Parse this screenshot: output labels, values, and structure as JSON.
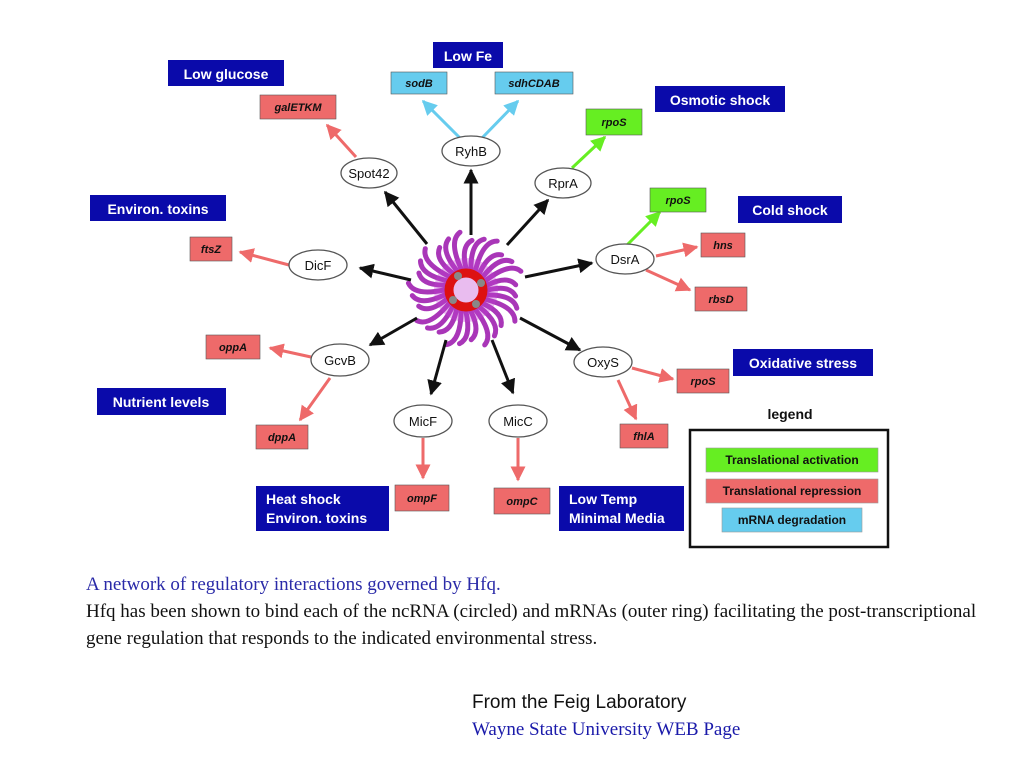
{
  "center": {
    "name": "hfq-protein-icon"
  },
  "ncrnas": [
    {
      "id": "ryhb",
      "label": "RyhB"
    },
    {
      "id": "rpra",
      "label": "RprA"
    },
    {
      "id": "dsra",
      "label": "DsrA"
    },
    {
      "id": "oxys",
      "label": "OxyS"
    },
    {
      "id": "micc",
      "label": "MicC"
    },
    {
      "id": "micf",
      "label": "MicF"
    },
    {
      "id": "gcvb",
      "label": "GcvB"
    },
    {
      "id": "dicf",
      "label": "DicF"
    },
    {
      "id": "spot42",
      "label": "Spot42"
    }
  ],
  "targets": [
    {
      "id": "sodb",
      "label": "sodB",
      "type": "degradation"
    },
    {
      "id": "sdhcdab",
      "label": "sdhCDAB",
      "type": "degradation"
    },
    {
      "id": "rpos_rpra",
      "label": "rpoS",
      "type": "activation"
    },
    {
      "id": "rpos_dsra",
      "label": "rpoS",
      "type": "activation"
    },
    {
      "id": "hns",
      "label": "hns",
      "type": "repression"
    },
    {
      "id": "rbsd",
      "label": "rbsD",
      "type": "repression"
    },
    {
      "id": "rpos_oxys",
      "label": "rpoS",
      "type": "repression"
    },
    {
      "id": "fhla",
      "label": "fhlA",
      "type": "repression"
    },
    {
      "id": "ompc",
      "label": "ompC",
      "type": "repression"
    },
    {
      "id": "ompf",
      "label": "ompF",
      "type": "repression"
    },
    {
      "id": "dppa",
      "label": "dppA",
      "type": "repression"
    },
    {
      "id": "oppa",
      "label": "oppA",
      "type": "repression"
    },
    {
      "id": "ftsz",
      "label": "ftsZ",
      "type": "repression"
    },
    {
      "id": "galetkm",
      "label": "galETKM",
      "type": "repression"
    }
  ],
  "stresses": [
    {
      "id": "low-fe",
      "lines": [
        "Low Fe"
      ]
    },
    {
      "id": "low-glucose",
      "lines": [
        "Low glucose"
      ]
    },
    {
      "id": "osmotic-shock",
      "lines": [
        "Osmotic shock"
      ]
    },
    {
      "id": "environ-toxins",
      "lines": [
        "Environ. toxins"
      ]
    },
    {
      "id": "cold-shock",
      "lines": [
        "Cold shock"
      ]
    },
    {
      "id": "oxidative-stress",
      "lines": [
        "Oxidative stress"
      ]
    },
    {
      "id": "nutrient-levels",
      "lines": [
        "Nutrient levels"
      ]
    },
    {
      "id": "heat-shock",
      "lines": [
        "Heat shock",
        "Environ. toxins"
      ]
    },
    {
      "id": "low-temp",
      "lines": [
        "Low Temp",
        "Minimal Media"
      ]
    }
  ],
  "legend": {
    "title": "legend",
    "items": [
      {
        "type": "activation",
        "label": "Translational activation"
      },
      {
        "type": "repression",
        "label": "Translational repression"
      },
      {
        "type": "degradation",
        "label": "mRNA degradation"
      }
    ]
  },
  "colors": {
    "activation": "#66ee22",
    "repression": "#ee6a6a",
    "degradation": "#66ccee",
    "stress_box": "#0a0aaa",
    "hfq_ring": "#a020b0",
    "hfq_core": "#dd1111"
  },
  "caption": {
    "title": "A network of regulatory interactions governed by Hfq.",
    "body": "Hfq has been shown to bind each of the ncRNA (circled) and mRNAs (outer ring) facilitating the post-transcriptional gene regulation that responds to the indicated environmental stress."
  },
  "credit": {
    "lab": "From the Feig Laboratory",
    "web": "Wayne State University WEB Page"
  }
}
